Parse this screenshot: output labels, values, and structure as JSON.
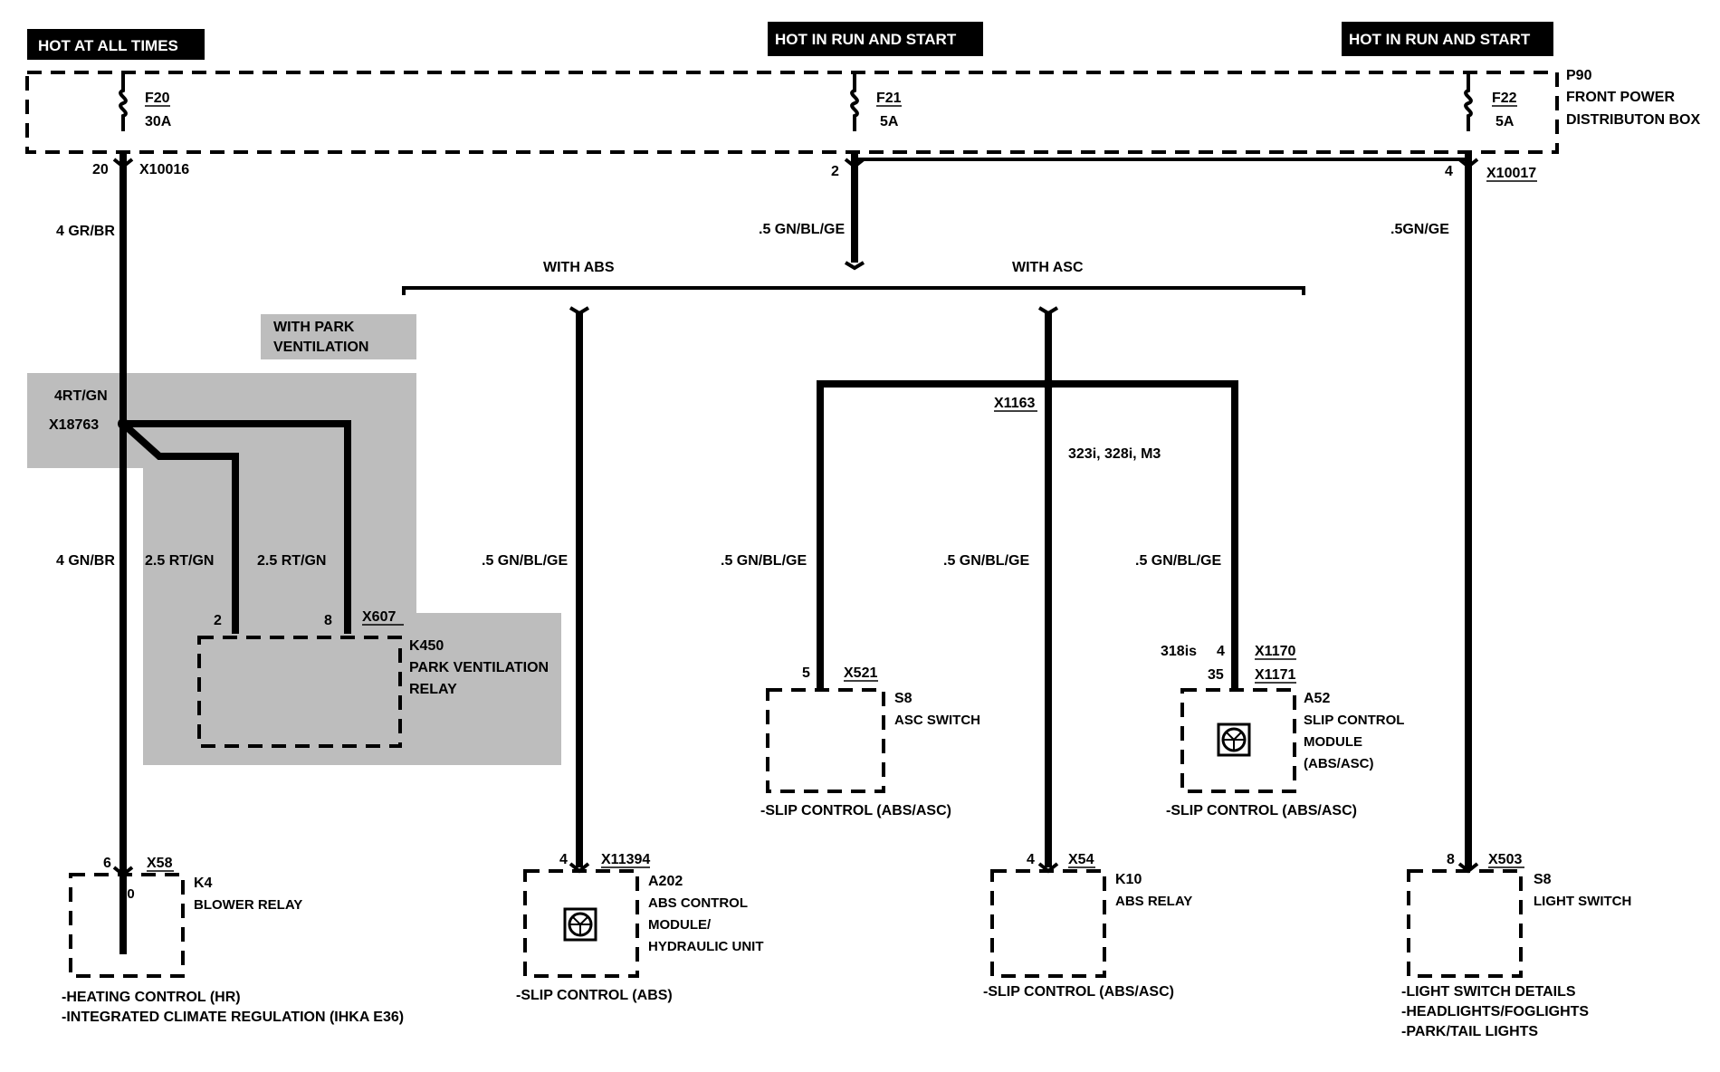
{
  "headers": {
    "hot_at_all_times": "HOT AT ALL TIMES",
    "hot_run_start_1": "HOT IN RUN AND START",
    "hot_run_start_2": "HOT IN RUN AND START"
  },
  "power_box": {
    "id": "P90",
    "line1": "FRONT POWER",
    "line2": "DISTRIBUTON BOX"
  },
  "fuses": [
    {
      "name": "F20",
      "rating": "30A",
      "pin": "20",
      "connector": "X10016"
    },
    {
      "name": "F21",
      "rating": "5A",
      "pin": "2",
      "connector": ""
    },
    {
      "name": "F22",
      "rating": "5A",
      "pin": "4",
      "connector": "X10017"
    }
  ],
  "wires": {
    "w1": "4 GR/BR",
    "w2": ".5 GN/BL/GE",
    "w3": ".5GN/GE",
    "w4": "4RT/GN",
    "w5": "4 GN/BR",
    "w6": "2.5 RT/GN",
    "w7": "2.5 RT/GN",
    "w8": ".5 GN/BL/GE",
    "w9": ".5 GN/BL/GE",
    "w10": ".5 GN/BL/GE",
    "w11": ".5 GN/BL/GE"
  },
  "options": {
    "with_abs": "WITH ABS",
    "with_asc": "WITH ASC",
    "park_vent_line1": "WITH PARK",
    "park_vent_line2": "VENTILATION",
    "models": "323i, 328i, M3",
    "model_318": "318is"
  },
  "connectors": {
    "splice_park": "X18763",
    "splice_asc": "X1163",
    "x607": "X607",
    "x521": "X521",
    "x1170": "X1170",
    "x1171": "X1171",
    "x58": "X58",
    "x11394": "X11394",
    "x54": "X54",
    "x503": "X503"
  },
  "pins": {
    "k450_a": "2",
    "k450_b": "8",
    "s8_asc": "5",
    "a52_318": "4",
    "a52_main": "35",
    "k4": "6",
    "k4_inner": "30",
    "a202": "4",
    "k10": "4",
    "s8_light": "8"
  },
  "components": {
    "k450": {
      "id": "K450",
      "line1": "PARK VENTILATION",
      "line2": "RELAY"
    },
    "s8_asc": {
      "id": "S8",
      "line1": "ASC SWITCH"
    },
    "a52": {
      "id": "A52",
      "line1": "SLIP CONTROL",
      "line2": "MODULE",
      "line3": "(ABS/ASC)"
    },
    "k4": {
      "id": "K4",
      "line1": "BLOWER RELAY"
    },
    "a202": {
      "id": "A202",
      "line1": "ABS CONTROL",
      "line2": "MODULE/",
      "line3": "HYDRAULIC UNIT"
    },
    "k10": {
      "id": "K10",
      "line1": "ABS RELAY"
    },
    "s8_light": {
      "id": "S8",
      "line1": "LIGHT SWITCH"
    }
  },
  "references": {
    "s8_asc": "-SLIP CONTROL (ABS/ASC)",
    "a52": "-SLIP CONTROL (ABS/ASC)",
    "k4_1": "-HEATING CONTROL (HR)",
    "k4_2": "-INTEGRATED CLIMATE REGULATION (IHKA E36)",
    "a202": "-SLIP CONTROL (ABS)",
    "k10": "-SLIP CONTROL (ABS/ASC)",
    "light_1": "-LIGHT SWITCH DETAILS",
    "light_2": "-HEADLIGHTS/FOGLIGHTS",
    "light_3": "-PARK/TAIL LIGHTS"
  }
}
